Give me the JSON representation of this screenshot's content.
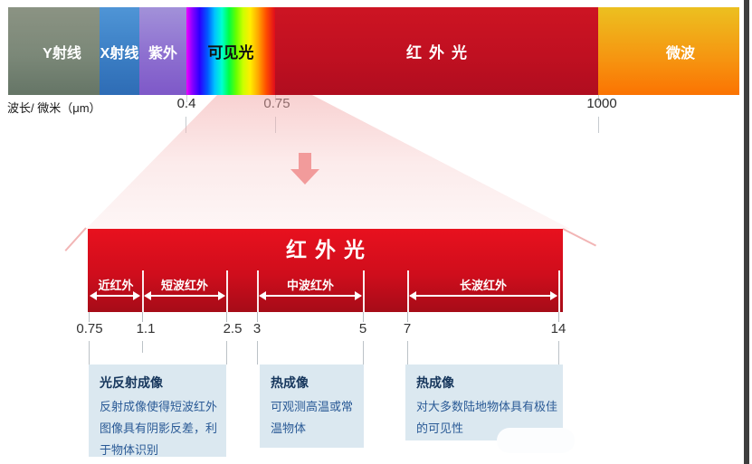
{
  "spectrum_bar": {
    "axis_label": "波长/ 微米（μm）",
    "bands": [
      {
        "label": "Y射线",
        "color_top": "#8b9383",
        "color_bottom": "#657566"
      },
      {
        "label": "X射线",
        "color_top": "#4f95d6",
        "color_bottom": "#2e6cb5"
      },
      {
        "label": "紫外",
        "color_top": "#a291d9",
        "color_bottom": "#7e58c8"
      },
      {
        "label": "可见光",
        "color": "rainbow-spectrum-gradient"
      },
      {
        "label": "红外光",
        "color_top": "#cd1423",
        "color_bottom": "#b00d1f"
      },
      {
        "label": "微波",
        "color_top": "#ecc020",
        "color_bottom": "#fb7302"
      }
    ],
    "ticks": [
      {
        "label": "0.4"
      },
      {
        "label": "0.75"
      },
      {
        "label": "1000"
      }
    ]
  },
  "detail_bar": {
    "title": "红外光",
    "color_top": "#e8111e",
    "color_bottom": "#a60c18",
    "segments": [
      {
        "label": "近红外",
        "range": [
          0.75,
          1.1
        ]
      },
      {
        "label": "短波红外",
        "range": [
          1.1,
          2.5
        ]
      },
      {
        "label": "中波红外",
        "range": [
          3,
          5
        ]
      },
      {
        "label": "长波红外",
        "range": [
          7,
          14
        ]
      }
    ],
    "ticks": [
      {
        "label": "0.75"
      },
      {
        "label": "1.1"
      },
      {
        "label": "2.5"
      },
      {
        "label": "3"
      },
      {
        "label": "5"
      },
      {
        "label": "7"
      },
      {
        "label": "14"
      }
    ]
  },
  "info_boxes": [
    {
      "title": "光反射成像",
      "body": "反射成像使得短波红外图像具有阴影反差，利于物体识别"
    },
    {
      "title": "热成像",
      "body": "可观测高温或常温物体"
    },
    {
      "title": "热成像",
      "body": "对大多数陆地物体具有极佳的可见性"
    }
  ],
  "colors": {
    "accent_red": "#c01021",
    "funnel_pink": "#f29b9b",
    "info_box_bg": "#dbe8f0",
    "info_title_text": "#16365c",
    "info_body_text": "#2a5a96",
    "window_edge": "#3e3e3e"
  }
}
